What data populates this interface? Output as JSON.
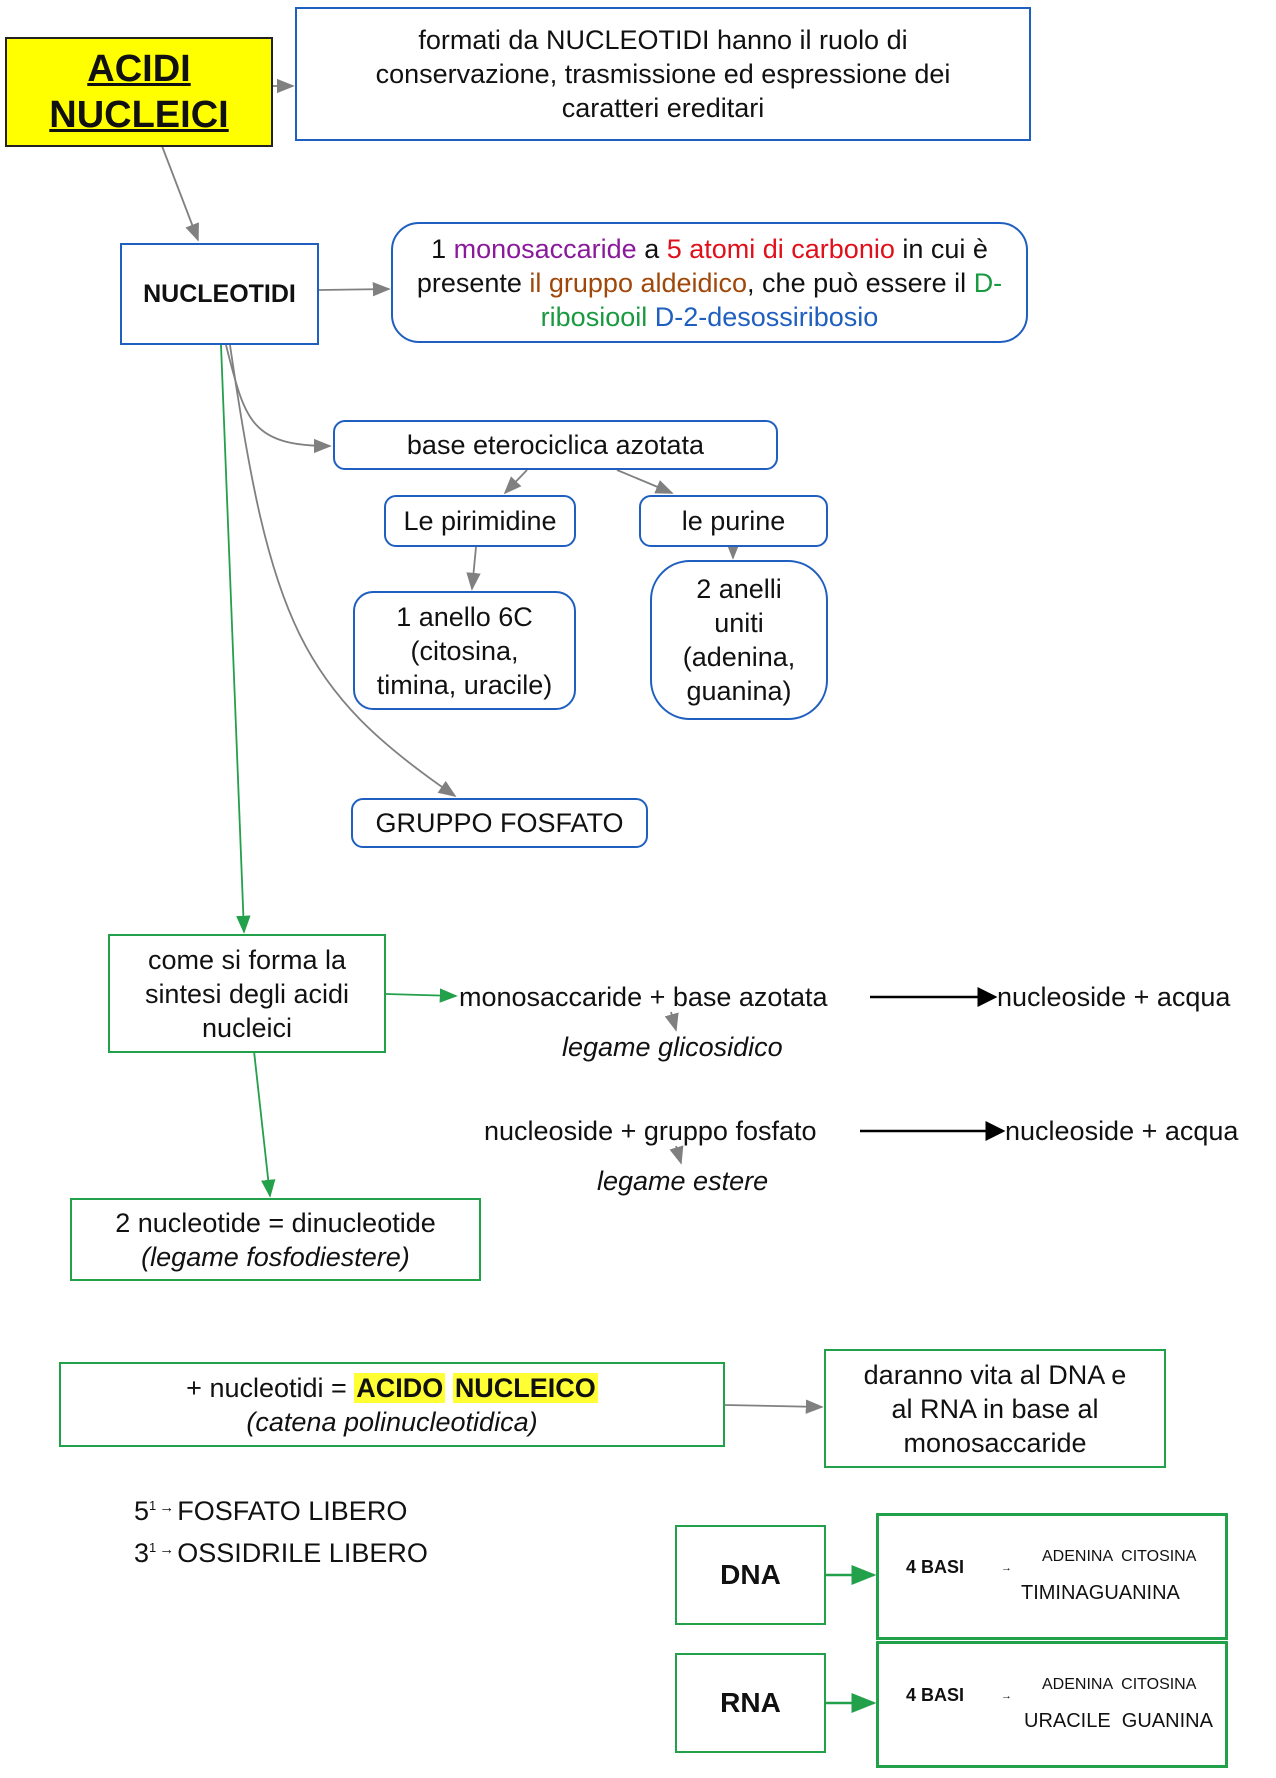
{
  "title": {
    "line1": "ACIDI",
    "line2": "NUCLEICI",
    "bg_color": "#ffff00"
  },
  "definition": "formati da NUCLEOTIDI hanno il ruolo di conservazione, trasmissione ed espressione dei caratteri ereditari",
  "nucleotidi": "NUCLEOTIDI",
  "monosaccharide": {
    "p1": "1 ",
    "p2": "monosaccaride",
    "p3": " a ",
    "p4": "5 atomi di carbonio",
    "p5": " in cui è presente ",
    "p6": "il gruppo aldeidico",
    "p7": ", che può essere il ",
    "p8": "D-ribosio",
    "p9": "oil ",
    "p10": "D-2-desossiribosio",
    "colors": {
      "purple": "#8a1a9b",
      "red": "#e0101a",
      "brown": "#a0480a",
      "green": "#1a9a40",
      "blue": "#1f5fbf"
    }
  },
  "base": {
    "title": "base eterociclica azotata",
    "pirimidine": "Le pirimidine",
    "purine": "le purine",
    "pirimidine_desc": [
      "1 anello 6C",
      "(citosina,",
      "timina, uracile)"
    ],
    "purine_desc": [
      "2 anelli",
      "uniti",
      "(adenina,",
      "guanina)"
    ]
  },
  "fosfato": "GRUPPO FOSFATO",
  "synthesis": {
    "box": [
      "come si forma la",
      "sintesi degli acidi",
      "nucleici"
    ],
    "eq1_left": "monosaccaride + base azotata",
    "eq1_right": "nucleoside + acqua",
    "eq1_bond": "legame glicosidico",
    "eq2_left": "nucleoside + gruppo fosfato",
    "eq2_right": "nucleoside + acqua",
    "eq2_bond": "legame estere"
  },
  "dinucleotide": {
    "line1": "2 nucleotide = dinucleotide",
    "line2": "(legame fosfodiestere)"
  },
  "acido": {
    "prefix": "+ nucleotidi = ",
    "hl1": "ACIDO",
    "hl2": "NUCLEICO",
    "line2": "(catena polinucleotidica)"
  },
  "daranno": [
    "daranno vita al DNA e",
    "al RNA in base al",
    "monosaccaride"
  ],
  "ends": [
    {
      "num": "5",
      "sup": "1",
      "arrow": "→",
      "label": "FOSFATO LIBERO"
    },
    {
      "num": "3",
      "sup": "1",
      "arrow": "→",
      "label": "OSSIDRILE LIBERO"
    }
  ],
  "dna": {
    "label": "DNA",
    "basi": "4 BASI",
    "arrow": "→",
    "row1": "ADENINA  CITOSINA",
    "row2": "TIMINAGUANINA"
  },
  "rna": {
    "label": "RNA",
    "basi": "4 BASI",
    "arrow": "→",
    "row1": "ADENINA  CITOSINA",
    "row2": "URACILE  GUANINA"
  }
}
